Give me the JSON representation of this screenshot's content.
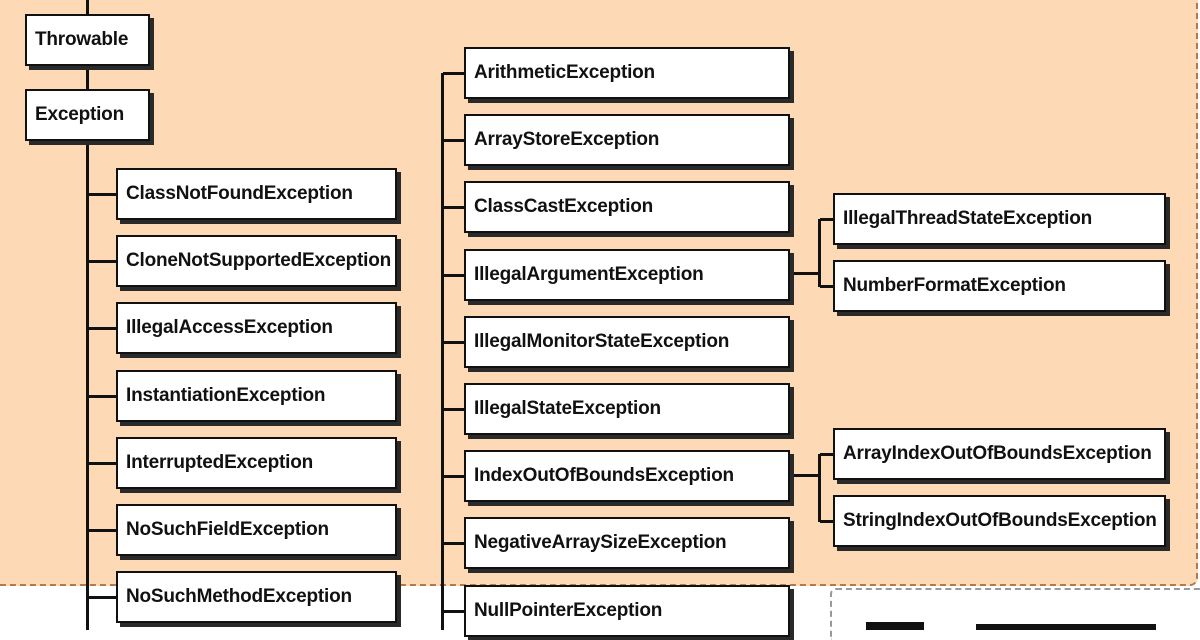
{
  "root": [
    {
      "id": "throwable",
      "label": "Throwable"
    },
    {
      "id": "exception",
      "label": "Exception"
    }
  ],
  "exception_children": [
    {
      "id": "classnotfound",
      "label": "ClassNotFoundException"
    },
    {
      "id": "clonenotsupported",
      "label": "CloneNotSupportedException"
    },
    {
      "id": "illegalaccess",
      "label": "IllegalAccessException"
    },
    {
      "id": "instantiation",
      "label": "InstantiationException"
    },
    {
      "id": "interrupted",
      "label": "InterruptedException"
    },
    {
      "id": "nosuchfield",
      "label": "NoSuchFieldException"
    },
    {
      "id": "nosuchmethod",
      "label": "NoSuchMethodException"
    }
  ],
  "runtime_children": [
    {
      "id": "arithmetic",
      "label": "ArithmeticException"
    },
    {
      "id": "arraystore",
      "label": "ArrayStoreException"
    },
    {
      "id": "classcast",
      "label": "ClassCastException"
    },
    {
      "id": "illegalargument",
      "label": "IllegalArgumentException"
    },
    {
      "id": "illegalmonitorstate",
      "label": "IllegalMonitorStateException"
    },
    {
      "id": "illegalstate",
      "label": "IllegalStateException"
    },
    {
      "id": "indexoutofbounds",
      "label": "IndexOutOfBoundsException"
    },
    {
      "id": "negativearraysize",
      "label": "NegativeArraySizeException"
    },
    {
      "id": "nullpointer",
      "label": "NullPointerException"
    }
  ],
  "illegalargument_children": [
    {
      "id": "illegalthreadstate",
      "label": "IllegalThreadStateException"
    },
    {
      "id": "numberformat",
      "label": "NumberFormatException"
    }
  ],
  "indexoutofbounds_children": [
    {
      "id": "arrayindexoutofbounds",
      "label": "ArrayIndexOutOfBoundsException"
    },
    {
      "id": "stringindexoutofbounds",
      "label": "StringIndexOutOfBoundsException"
    }
  ],
  "colors": {
    "panel": "#fdd9b5",
    "box": "#ffffff",
    "border": "#111111"
  }
}
